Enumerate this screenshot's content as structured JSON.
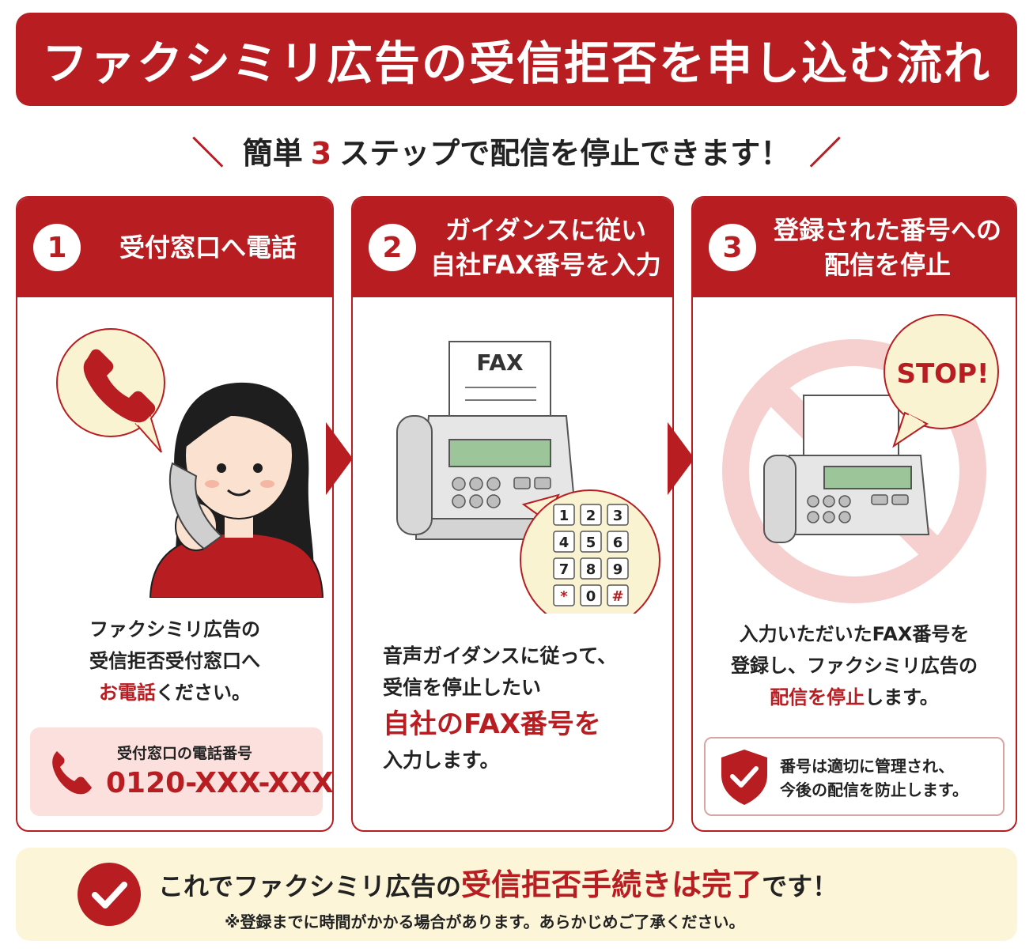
{
  "title": "ファクシミリ広告の受信拒否を申し込む流れ",
  "subtitle": {
    "prefix": "簡単",
    "number": "3",
    "suffix": "ステップで配信を停止できます！",
    "slash_left": "＼",
    "slash_right": "／"
  },
  "steps": [
    {
      "number": "1",
      "title_lines": [
        "受付窓口へ電話"
      ],
      "description": {
        "line1": "ファクシミリ広告の",
        "line2": "受信拒否受付窓口へ",
        "line3_highlight": "お電話",
        "line3_rest": "ください。"
      },
      "phone_box": {
        "label": "受付窓口の電話番号",
        "number": "0120-XXX-XXX"
      }
    },
    {
      "number": "2",
      "title_lines": [
        "ガイダンスに従い",
        "自社FAX番号を入力"
      ],
      "fax_label": "FAX",
      "keypad": [
        "1",
        "2",
        "3",
        "4",
        "5",
        "6",
        "7",
        "8",
        "9",
        "*",
        "0",
        "#"
      ],
      "description": {
        "line1": "音声ガイダンスに従って、",
        "line2": "受信を停止したい",
        "line3_highlight": "自社のFAX番号を",
        "line4": "入力します。"
      }
    },
    {
      "number": "3",
      "title_lines": [
        "登録された番号への",
        "配信を停止"
      ],
      "stop_label": "STOP!",
      "description": {
        "line1": "入力いただいたFAX番号を",
        "line2": "登録し、ファクシミリ広告の",
        "line3_highlight": "配信を停止",
        "line3_rest": "します。"
      },
      "note": {
        "line1": "番号は適切に管理され、",
        "line2": "今後の配信を防止します。"
      }
    }
  ],
  "completion": {
    "prefix": "これでファクシミリ広告の",
    "highlight": "受信拒否手続きは完了",
    "suffix": "です！",
    "note": "※登録までに時間がかかる場合があります。あらかじめご了承ください。"
  },
  "colors": {
    "brand_red": "#b81d22",
    "bubble_yellow": "#faf3d1",
    "light_pink": "#fbe0de",
    "cream": "#fcf5d8"
  }
}
